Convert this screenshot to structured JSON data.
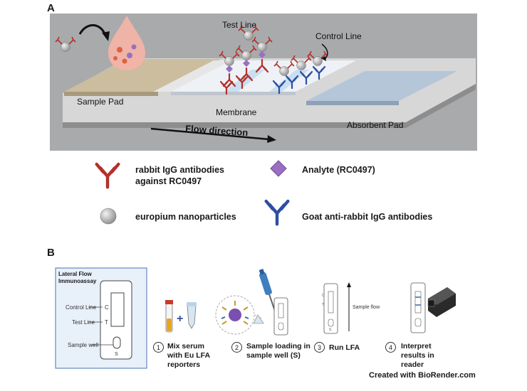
{
  "panel_a": {
    "letter": "A",
    "labels": {
      "test_line": "Test Line",
      "control_line": "Control Line",
      "sample_pad": "Sample Pad",
      "membrane": "Membrane",
      "absorbent_pad": "Absorbent Pad",
      "flow_direction": "Flow direction"
    },
    "legend": {
      "rabbit_ab": "rabbit IgG antibodies against RC0497",
      "analyte": "Analyte (RC0497)",
      "nanoparticles": "europium nanoparticles",
      "goat_ab": "Goat anti-rabbit IgG antibodies"
    }
  },
  "panel_b": {
    "letter": "B",
    "box_title": "Lateral Flow Immunoassay",
    "cassette": {
      "c_mark": "C",
      "t_mark": "T",
      "s_mark": "S",
      "control_line": "Control Line",
      "test_line": "Test Line",
      "sample_well": "Sample well"
    },
    "sample_flow": "Sample flow",
    "steps": [
      {
        "num": "1",
        "text": "Mix serum with Eu LFA reporters"
      },
      {
        "num": "2",
        "text": "Sample loading in sample well (S)"
      },
      {
        "num": "3",
        "text": "Run LFA"
      },
      {
        "num": "4",
        "text": "Interpret results in reader"
      }
    ]
  },
  "credit": "Created with BioRender.com",
  "colors": {
    "bg_a": "#a9aaac",
    "rabbit_ab": "#b5302b",
    "goat_ab": "#2d4ea3",
    "analyte": "#9a6fc2",
    "particle": "#bdbdbd",
    "box_bg": "#e8f0fa",
    "box_border": "#4a72b0"
  }
}
